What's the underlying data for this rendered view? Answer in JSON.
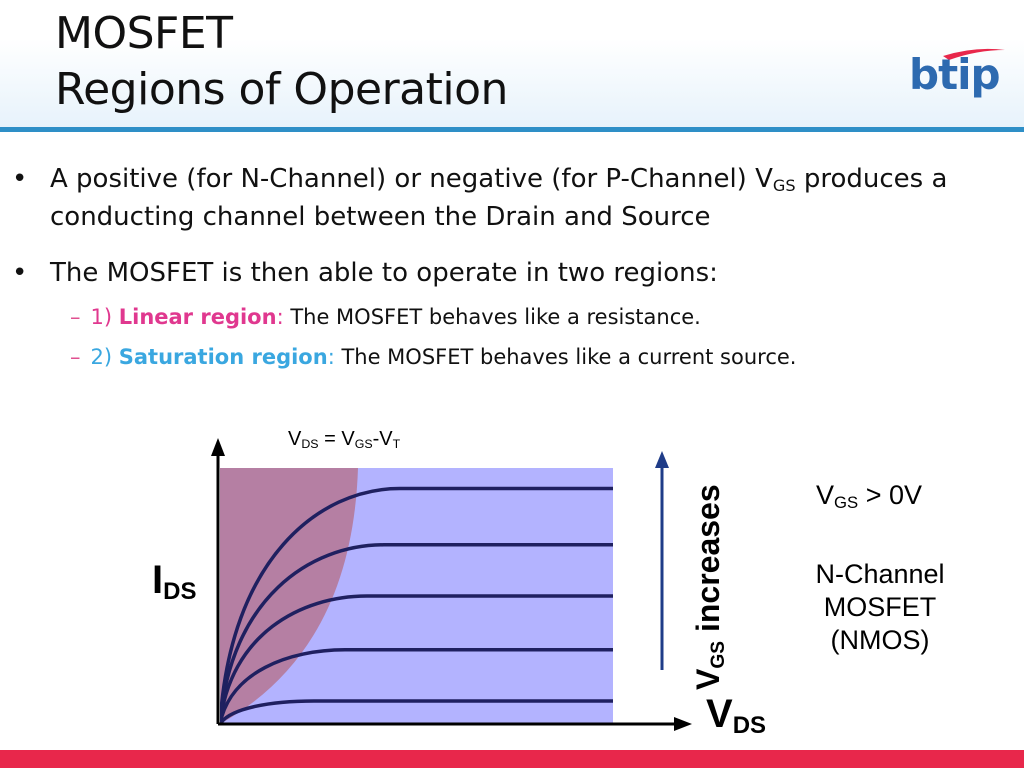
{
  "header": {
    "title_line1": "MOSFET",
    "title_line2": "Regions of Operation",
    "logo_text": "btip"
  },
  "bullets": {
    "b1_part1": "A positive (for N-Channel) or negative (for P-Channel) V",
    "b1_sub": "GS",
    "b1_part2": " produces a conducting channel between the Drain and Source",
    "b2": "The MOSFET is then able to operate in two regions:",
    "sub1_num": "1) ",
    "sub1_name": "Linear region",
    "sub1_colon": ":",
    "sub1_desc": " The MOSFET behaves like a resistance.",
    "sub2_num": "2) ",
    "sub2_name": "Saturation region",
    "sub2_colon": ":",
    "sub2_desc": " The MOSFET behaves like a current source."
  },
  "colors": {
    "linear": "#e0388f",
    "saturation": "#3aa7e0",
    "header_line": "#2e8fc7",
    "footer": "#e8274b",
    "logo": "#2d6ab0"
  },
  "diagram": {
    "boundary_v1": "V",
    "boundary_ds": "DS",
    "boundary_eq": " = V",
    "boundary_gs": "GS",
    "boundary_minus": "-V",
    "boundary_t": "T",
    "ylabel_main": "I",
    "ylabel_sub": "DS",
    "xlabel_main": "V",
    "xlabel_sub": "DS",
    "vgs_main": "V",
    "vgs_sub": "GS",
    "vgs_rest": " increases",
    "cond_main": "V",
    "cond_sub": "GS",
    "cond_rest": " > 0V",
    "type_line1": "N-Channel",
    "type_line2": "MOSFET",
    "type_line3": "(NMOS)",
    "saturation_levels": [
      0.09,
      0.29,
      0.5,
      0.7,
      0.92
    ]
  }
}
